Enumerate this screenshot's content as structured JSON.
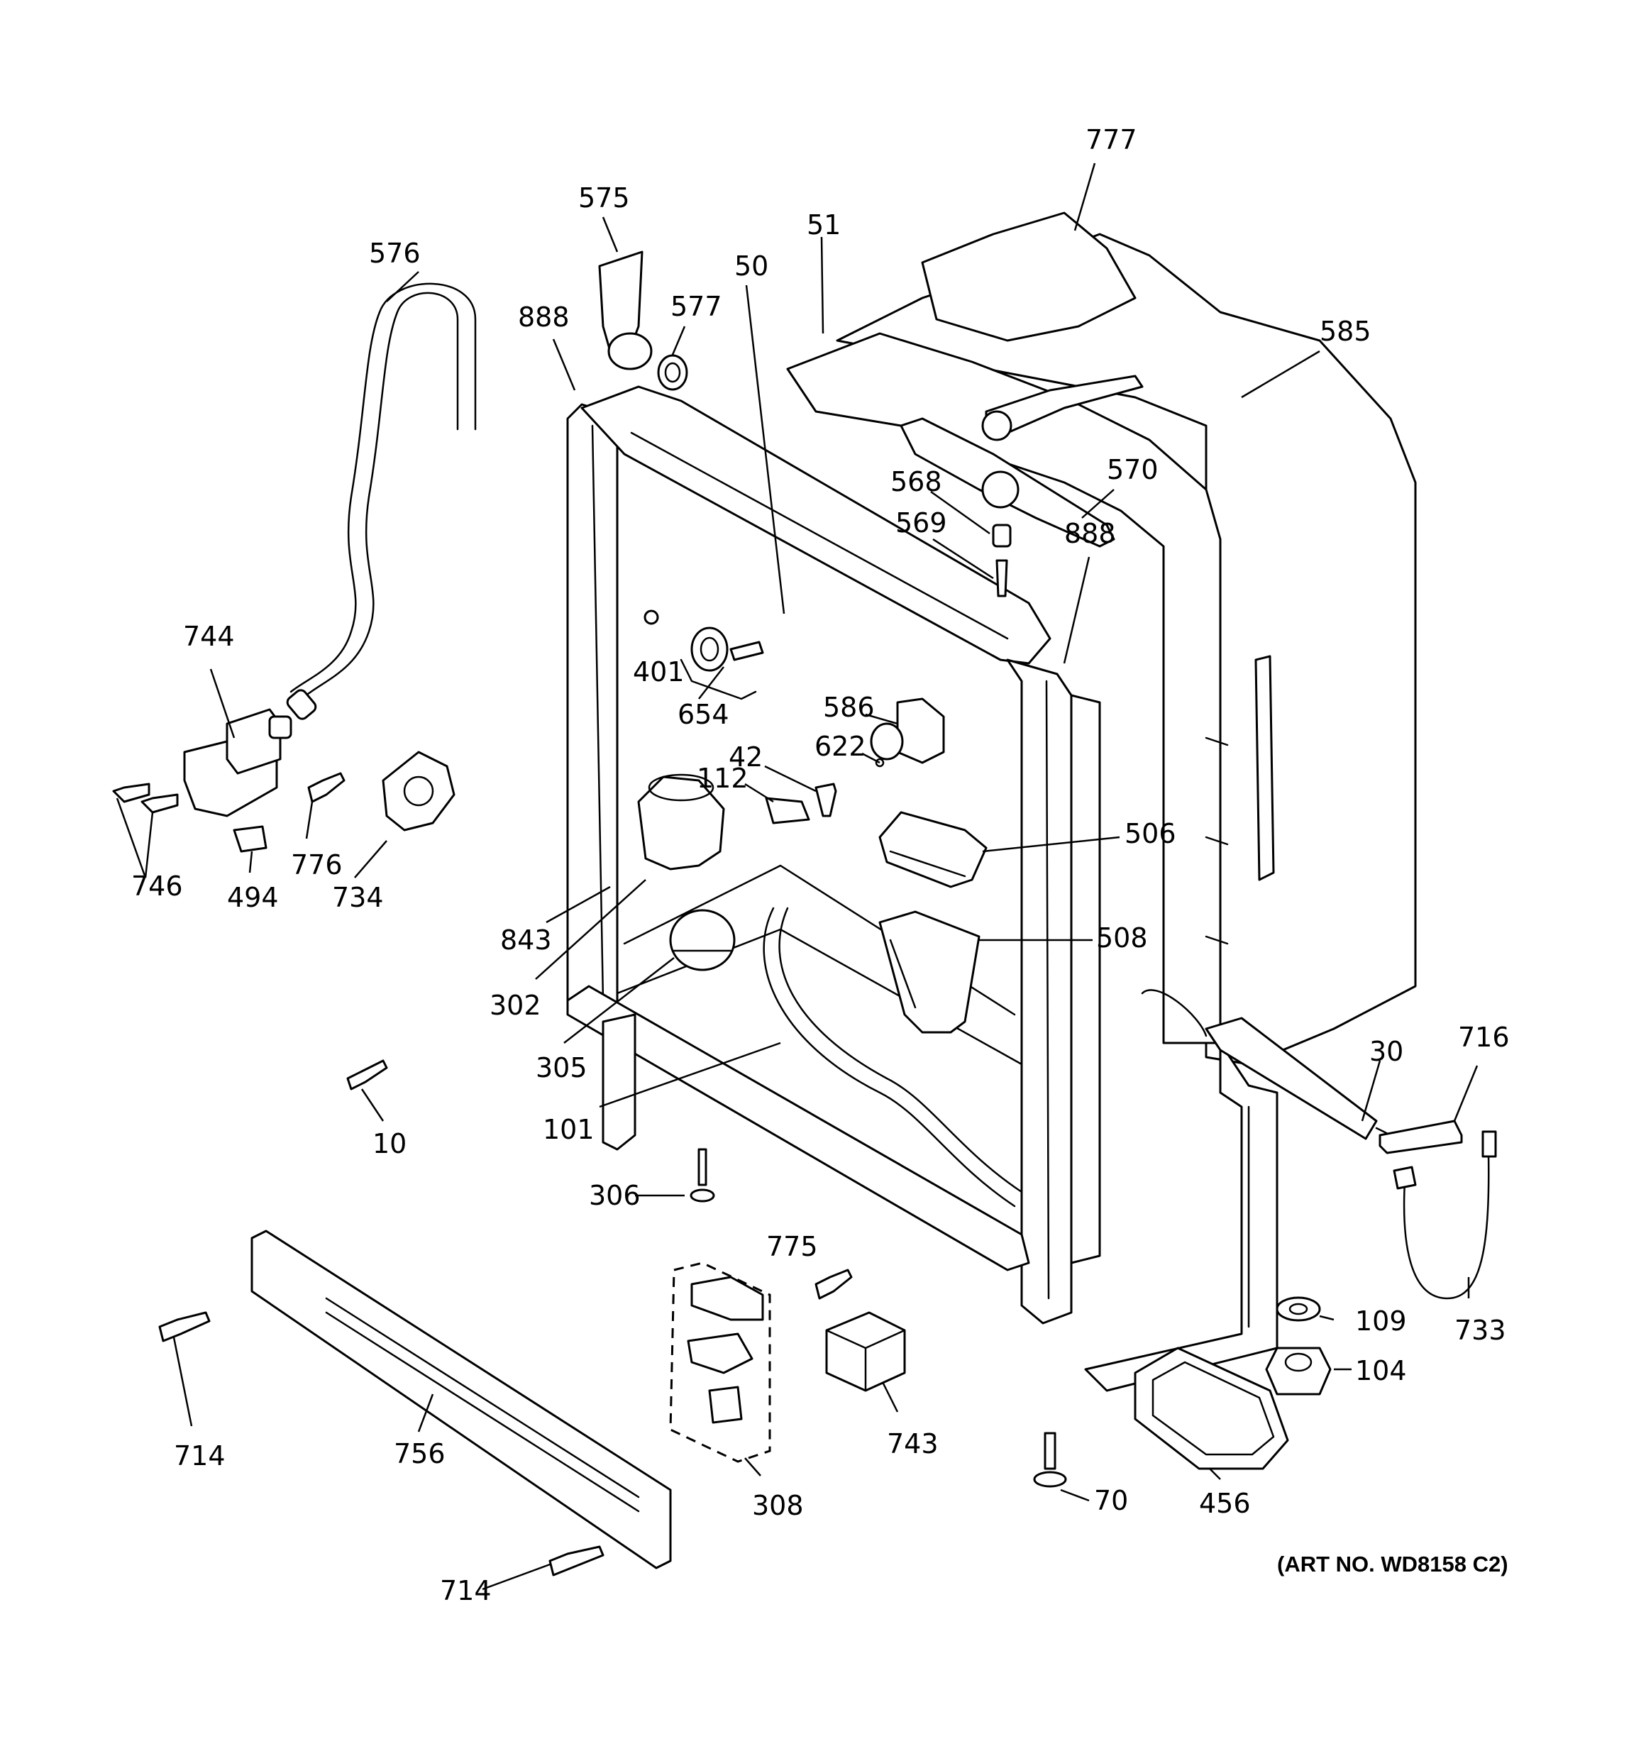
{
  "art_number": "(ART NO. WD8158 C2)",
  "callouts": [
    "777",
    "575",
    "51",
    "50",
    "576",
    "577",
    "888",
    "585",
    "568",
    "570",
    "569",
    "888",
    "744",
    "401",
    "654",
    "586",
    "622",
    "42",
    "112",
    "506",
    "746",
    "776",
    "494",
    "734",
    "843",
    "508",
    "302",
    "30",
    "716",
    "305",
    "10",
    "101",
    "306",
    "775",
    "109",
    "733",
    "104",
    "714",
    "756",
    "743",
    "308",
    "70",
    "456",
    "714"
  ]
}
